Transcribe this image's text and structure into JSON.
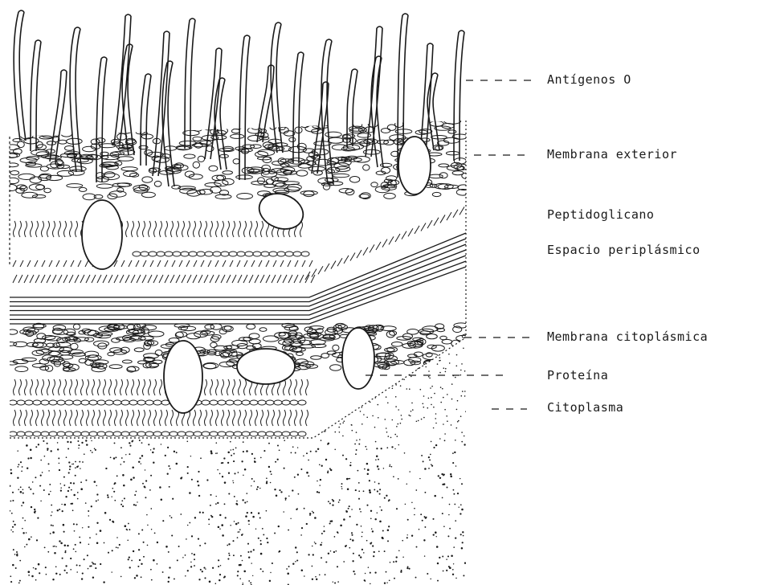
{
  "labels": {
    "antigenos_o": "Antígenos O",
    "membrana_exterior": "Membrana exterior",
    "peptidoglicano": "Peptidoglicano",
    "espacio_periplasmico": "Espacio periplásmico",
    "membrana_citoplasmica": "Membrana citoplásmica",
    "proteina": "Proteína",
    "citoplasma": "Citoplasma"
  },
  "colors": {
    "ink": "#1a1a1a",
    "background": "#ffffff"
  }
}
